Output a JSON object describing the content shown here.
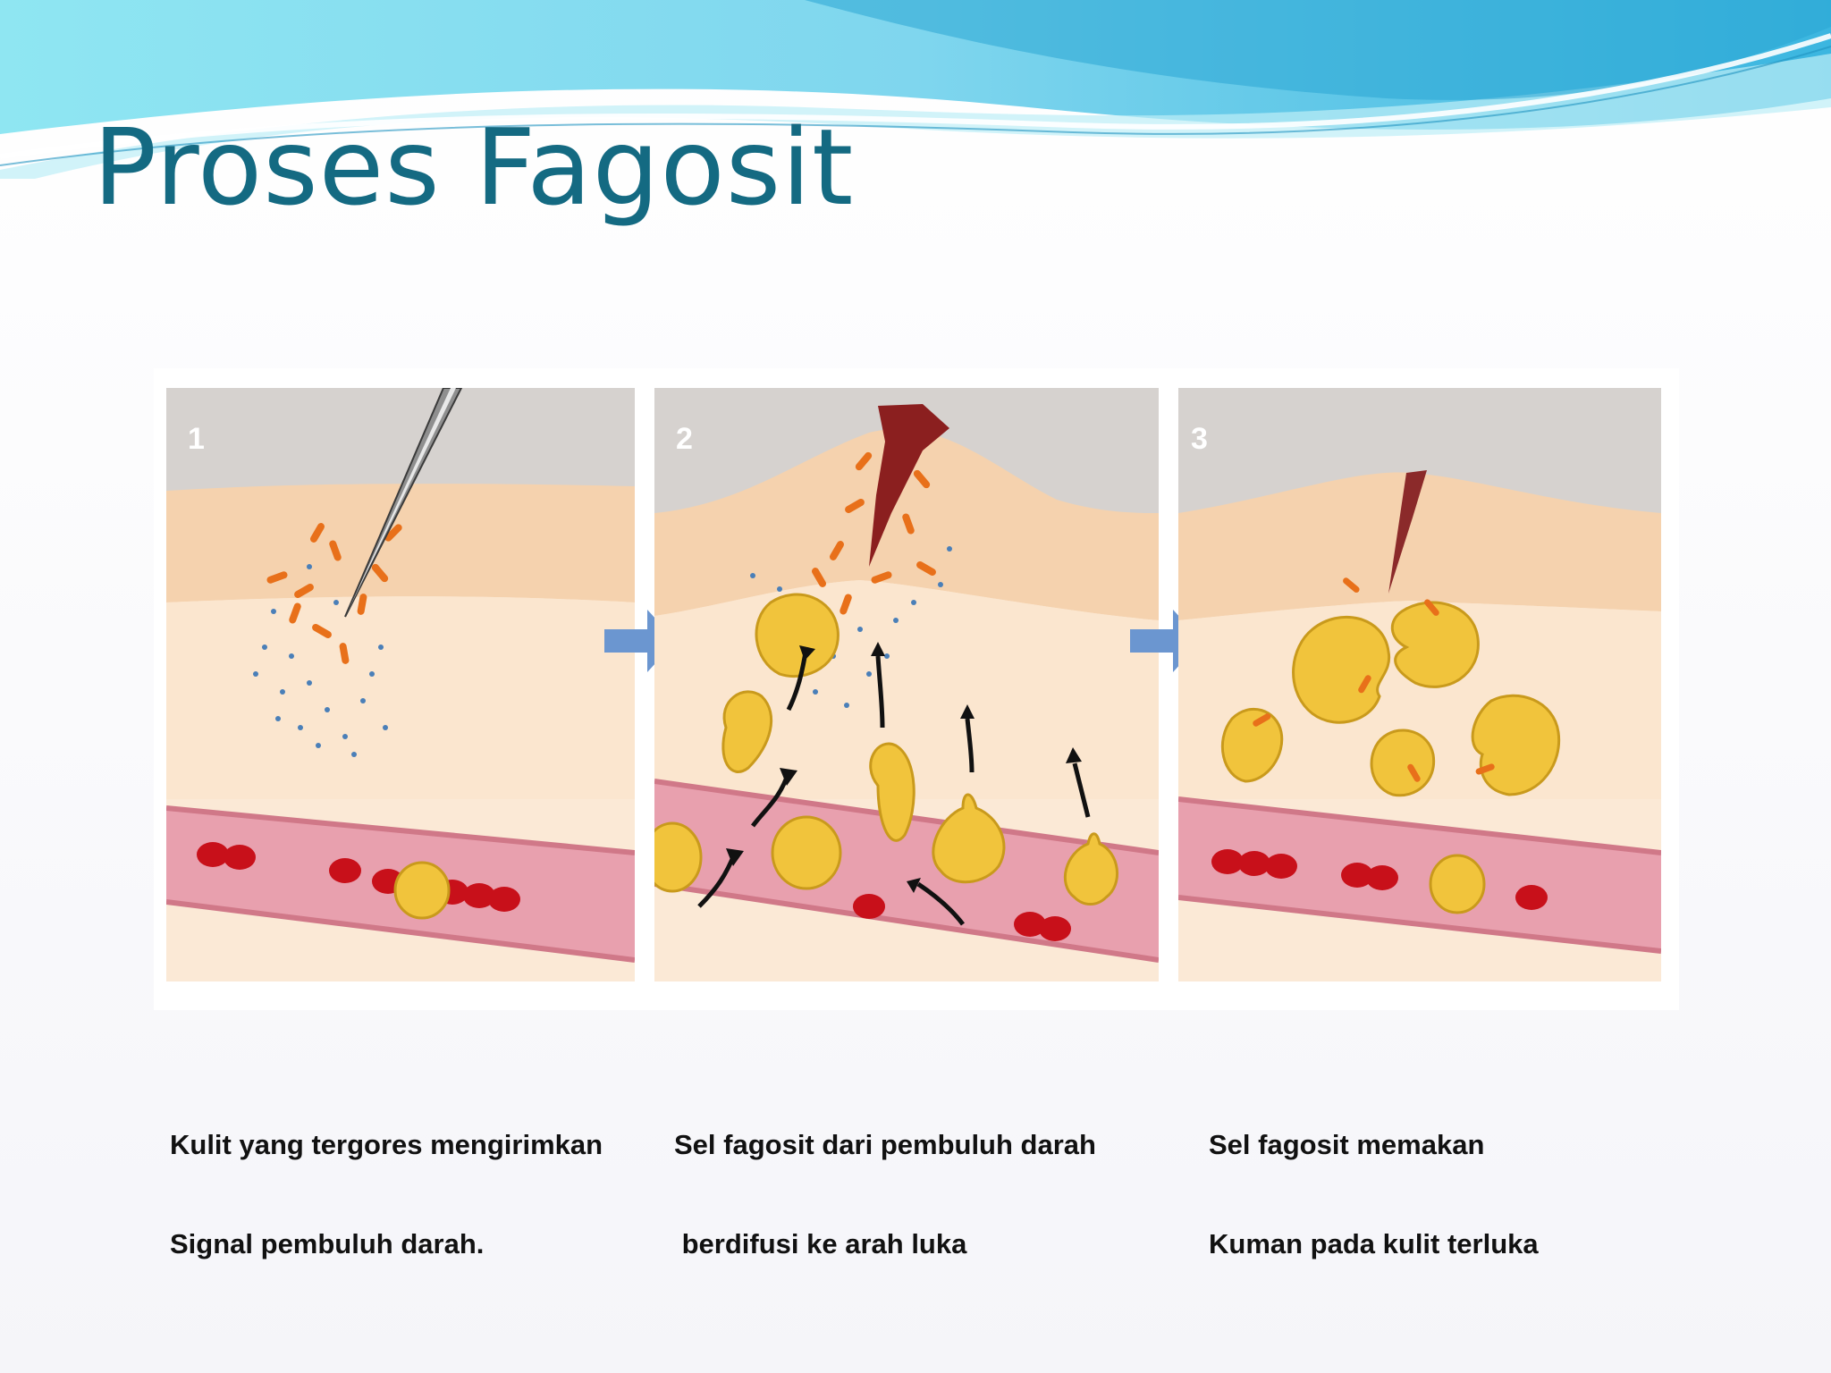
{
  "slide": {
    "title": "Proses Fagosit"
  },
  "panels": [
    {
      "number": "1",
      "caption_line1": "Kulit yang tergores mengirimkan",
      "caption_line2": "Signal pembuluh darah."
    },
    {
      "number": "2",
      "caption_line1": "Sel fagosit dari pembuluh darah",
      "caption_line2": " berdifusi ke arah luka"
    },
    {
      "number": "3",
      "caption_line1": "Sel fagosit memakan",
      "caption_line2": "Kuman pada kulit terluka"
    }
  ],
  "colors": {
    "title": "#146a82",
    "banner_light": "#9be7f0",
    "banner_dark": "#2fb0d8",
    "skin": "#f6d9b8",
    "tissue": "#fbe7d2",
    "vessel": "#e9a3b0",
    "red_cell": "#d0141e",
    "phagocyte": "#f0c43a",
    "bacteria": "#e8701a",
    "step_arrow": "#6b96d0"
  },
  "icons": [
    "needle-icon",
    "wound-scab-icon",
    "right-arrow-icon",
    "migration-arrow-icon"
  ]
}
